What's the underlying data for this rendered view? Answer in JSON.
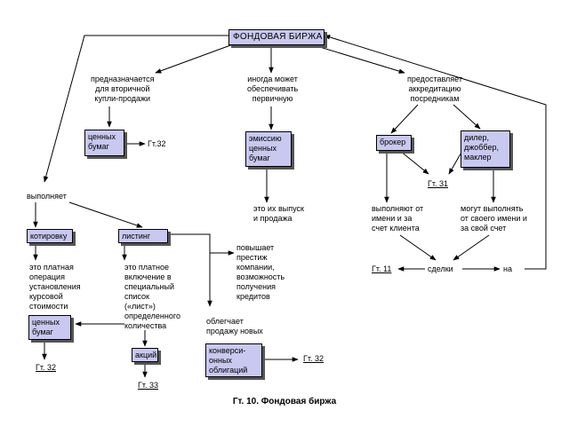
{
  "title": "ФОНДОВАЯ БИРЖА",
  "caption": "Гт. 10.  Фондовая биржа",
  "labels": {
    "intended": "предназначается\nдля вторичной\nкупли-продажи",
    "sometimes": "иногда может\nобеспечивать\nпервичную",
    "provides": "предоставляет\nаккредитацию\nпосредникам",
    "performs": "выполняет",
    "issue_sale": "это их выпуск\nи продажа",
    "own_name_client": "выполняют от\nимени и за\nсчет клиента",
    "own_name_self": "могут выполнять\nот своего имени и\nза свой счет",
    "quote_desc": "это платная\nоперация\nустановления\nкурсовой\nстоимости",
    "listing_desc": "это платное\nвключение в\nспециальный\nсписок\n(«лист»)\nопределенного\nколичества",
    "prestige": "повышает\nпрестиж\nкомпании,\nвозможность\nполучения\nкредитов",
    "ease_sale": "облегчает\nпродажу новых",
    "deals": "сделки",
    "on": "на"
  },
  "boxes": {
    "securities_top": "ценных\nбумаг",
    "emission": "эмиссию\nценных\nбумаг",
    "broker": "брокер",
    "dealer": "дилер,\nджоббер,\nмаклер",
    "quote": "котировку",
    "listing": "листинг",
    "securities_bottom": "ценных\nбумаг",
    "shares": "акций",
    "convertible": "конверси-\nонных\nоблигаций"
  },
  "refs": {
    "g32_top": "Гт.32",
    "g31": "Гт. 31",
    "g11": "Гт. 11",
    "g32_left": "Гт. 32",
    "g33": "Гт. 33",
    "g32_right": "Гт. 32"
  }
}
